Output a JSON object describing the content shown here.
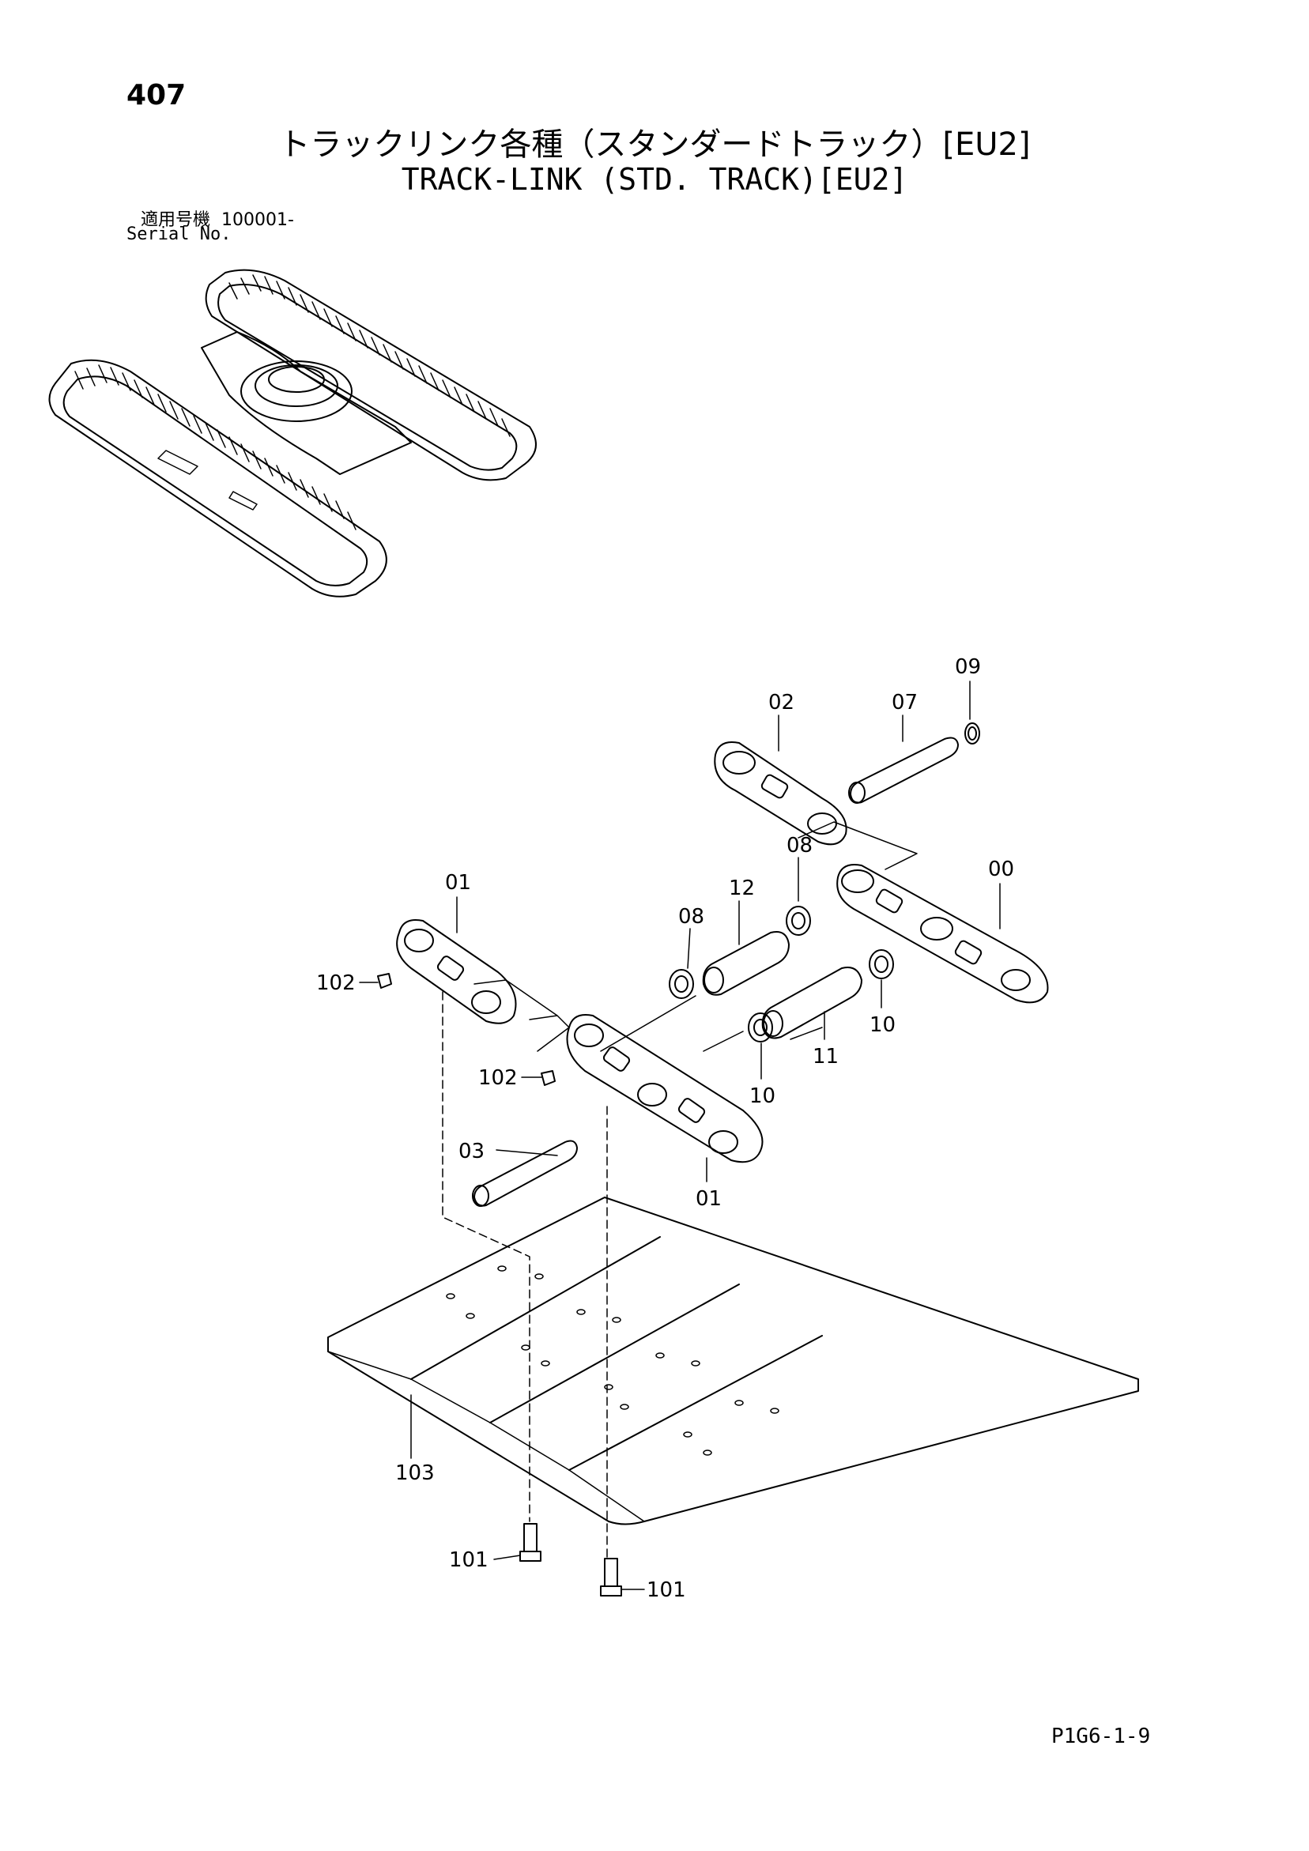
{
  "header": {
    "page_number": "407",
    "title_ja": "トラックリンク各種（スタンダードトラック）[EU2]",
    "title_en": "TRACK-LINK (STD. TRACK)[EU2]",
    "serial_label_ja": "適用号機",
    "serial_value": "100001-",
    "serial_label_en": "Serial No."
  },
  "callouts": {
    "c00": "00",
    "c01a": "01",
    "c01b": "01",
    "c02": "02",
    "c03": "03",
    "c07": "07",
    "c08a": "08",
    "c08b": "08",
    "c09": "09",
    "c10a": "10",
    "c10b": "10",
    "c11": "11",
    "c12": "12",
    "c101a": "101",
    "c101b": "101",
    "c102a": "102",
    "c102b": "102",
    "c103": "103"
  },
  "footer": {
    "drawing_code": "P1G6-1-9"
  }
}
